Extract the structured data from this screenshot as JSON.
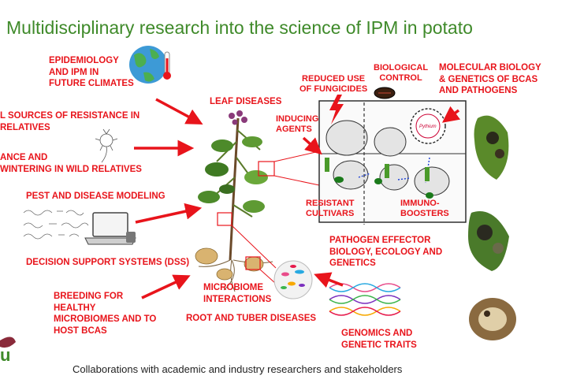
{
  "title": "Multidisciplinary research into the science of IPM in potato",
  "labels": {
    "epidemiology": [
      "EPIDEMIOLOGY",
      "AND IPM IN",
      "FUTURE CLIMATES"
    ],
    "resistance": [
      "L SOURCES OF RESISTANCE IN",
      "RELATIVES"
    ],
    "wintering": [
      "ANCE AND",
      "WINTERING IN WILD RELATIVES"
    ],
    "pest_modeling": "PEST AND DISEASE MODELING",
    "dss": "DECISION SUPPORT SYSTEMS (DSS)",
    "breeding": [
      "BREEDING FOR",
      "HEALTHY",
      "MICROBIOMES AND TO",
      "HOST BCAS"
    ],
    "leaf_diseases": "LEAF DISEASES",
    "microbiome": [
      "MICROBIOME",
      "INTERACTIONS"
    ],
    "root_tuber": "ROOT AND TUBER DISEASES",
    "reduced_fungicides": [
      "REDUCED USE",
      "OF FUNGICIDES"
    ],
    "biological_control": [
      "BIOLOGICAL",
      "CONTROL"
    ],
    "molecular_biology": [
      "MOLECULAR BIOLOGY",
      "& GENETICS OF BCAS",
      "AND PATHOGENS"
    ],
    "inducing_agents": [
      "INDUCING",
      "AGENTS"
    ],
    "resistant_cultivars": [
      "RESISTANT",
      "CULTIVARS"
    ],
    "immuno_boosters": [
      "IMMUNO-",
      "BOOSTERS"
    ],
    "pathogen_effector": [
      "PATHOGEN EFFECTOR",
      "BIOLOGY, ECOLOGY AND",
      "GENETICS"
    ],
    "genomics": [
      "GENOMICS AND",
      "GENETIC TRAITS"
    ],
    "pythium": "Pythium"
  },
  "footer": "Collaborations with academic and industry researchers and stakeholders",
  "logo_text": "u",
  "colors": {
    "accent_red": "#e8141b",
    "title_green": "#3f8a2a"
  }
}
